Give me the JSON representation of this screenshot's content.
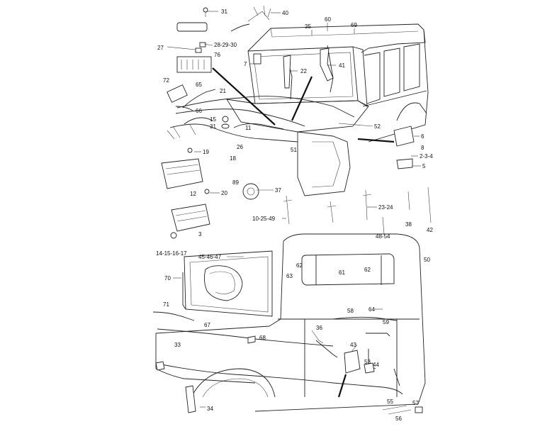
{
  "labels": {
    "l31a": "31",
    "l40": "40",
    "l60": "60",
    "l35": "35",
    "l69": "69",
    "l27": "27",
    "l28": "28-29-30",
    "l76": "76",
    "l7": "7",
    "l22": "22",
    "l41": "41",
    "l72": "72",
    "l65": "65",
    "l21": "21",
    "l66": "66",
    "l15": "15",
    "l31b": "31",
    "l11": "11",
    "l52": "52",
    "l6": "6",
    "l26": "26",
    "l51": "51",
    "l19": "19",
    "l8": "8",
    "l234": "2-3-4",
    "l18": "18",
    "l5": "5",
    "l12": "12",
    "l20": "20",
    "l89": "89",
    "l37": "37",
    "l2324": "23-24",
    "l1025": "10-25-49",
    "l38": "38",
    "l42": "42",
    "l3": "3",
    "l4854": "48-54",
    "l1417": "14-15-16-17",
    "l454647": "45-46-47",
    "l62a": "62",
    "l62b": "62",
    "l63": "63",
    "l61": "61",
    "l50": "50",
    "l70": "70",
    "l71": "71",
    "l64": "64",
    "l58": "58",
    "l59": "59",
    "l67": "67",
    "l36": "36",
    "l68": "68",
    "l33": "33",
    "l43": "43",
    "l53": "53",
    "l44": "44",
    "l34": "34",
    "l55": "55",
    "l57": "57",
    "l56": "56"
  }
}
